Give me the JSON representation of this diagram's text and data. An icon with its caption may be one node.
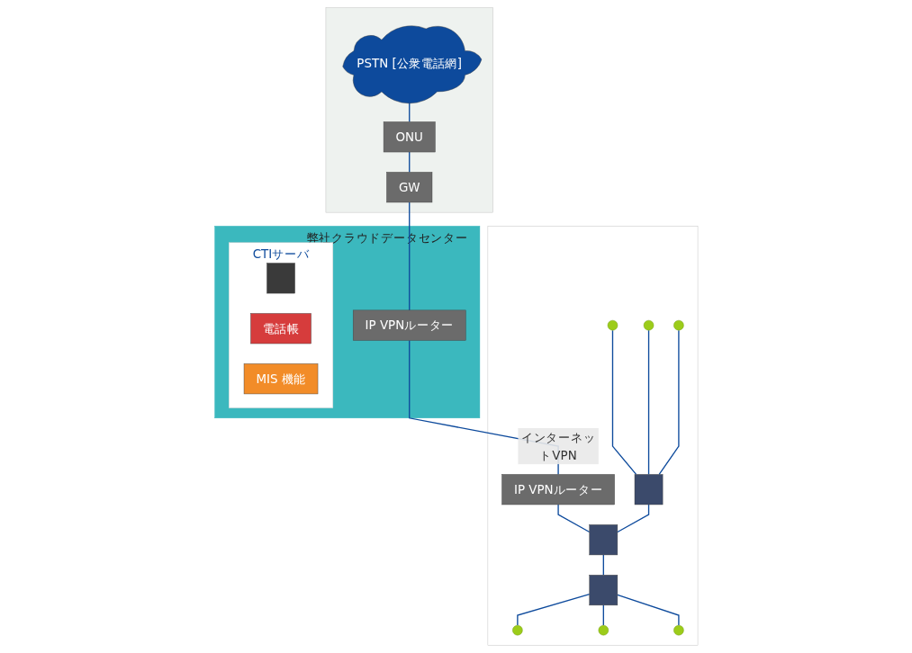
{
  "diagram": {
    "nodes": [
      {
        "text": [],
        "shape": "box"
      },
      {
        "text": [
          "PSTN [公衆電話網]"
        ],
        "in": 0
      },
      {
        "text": [
          "ONU"
        ],
        "in": 0
      },
      {
        "text": [
          "GW"
        ],
        "in": 0
      },
      {
        "text": [
          "弊社クラウドデータセンター"
        ]
      },
      {
        "text": [
          "IP VPNルーター"
        ],
        "in": 4
      },
      {
        "text": [
          "CTIサーバ"
        ],
        "in": 4
      },
      {
        "text": [],
        "shape": "box",
        "in": 6
      },
      {
        "text": [
          "電話帳"
        ],
        "in": 6
      },
      {
        "text": [
          "MIS 機能"
        ],
        "in": 6
      },
      {
        "text": [],
        "shape": "box"
      },
      {
        "text": [
          "IP VPNルーター"
        ],
        "in": 10
      },
      {
        "text": [],
        "shape": "person",
        "in": 10
      },
      {
        "text": [],
        "shape": "person",
        "in": 10
      },
      {
        "text": [],
        "shape": "person",
        "in": 10
      },
      {
        "text": [],
        "shape": "box",
        "in": 10
      },
      {
        "text": [],
        "shape": "box",
        "in": 10
      },
      {
        "text": [],
        "shape": "box",
        "in": 10
      },
      {
        "text": [],
        "shape": "person",
        "in": 10
      },
      {
        "text": [],
        "shape": "person",
        "in": 10
      },
      {
        "text": [],
        "shape": "person",
        "in": 10
      }
    ],
    "edges": [
      {
        "from": 1,
        "to": 2,
        "arrow": "none"
      },
      {
        "from": 2,
        "to": 3,
        "arrow": "none"
      },
      {
        "from": 3,
        "to": 5,
        "arrow": "none"
      },
      {
        "from": 5,
        "to": 11,
        "arrow": "none",
        "label": "インターネットVPN"
      },
      {
        "from": 11,
        "to": 16,
        "arrow": "none"
      },
      {
        "from": 12,
        "to": 15,
        "arrow": "none"
      },
      {
        "from": 13,
        "to": 15,
        "arrow": "none"
      },
      {
        "from": 14,
        "to": 15,
        "arrow": "none"
      },
      {
        "from": 15,
        "to": 16,
        "arrow": "none"
      },
      {
        "from": 16,
        "to": 17,
        "arrow": "none"
      },
      {
        "from": 17,
        "to": 18,
        "arrow": "none"
      },
      {
        "from": 17,
        "to": 19,
        "arrow": "none"
      },
      {
        "from": 17,
        "to": 20,
        "arrow": "none"
      }
    ]
  }
}
